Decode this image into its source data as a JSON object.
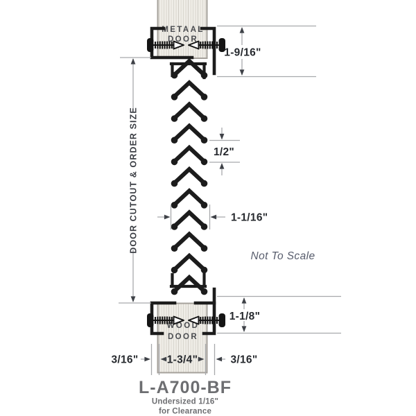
{
  "diagram": {
    "labels": {
      "metal_door_line1": "METAAL",
      "metal_door_line2": "DOOR",
      "wood_door_line1": "WOOD",
      "wood_door_line2": "DOOR",
      "door_cutout": "DOOR CUTOUT & ORDER SIZE",
      "not_to_scale": "Not To Scale"
    },
    "dimensions": {
      "frame_depth_top": "1-9/16\"",
      "blade_spacing": "1/2\"",
      "blade_width": "1-1/16\"",
      "frame_depth_bottom": "1-1/8\"",
      "flange_left": "3/16\"",
      "door_thickness": "1-3/4\"",
      "flange_right": "3/16\""
    },
    "title": "L-A700-BF",
    "subtitle_line1": "Undersized 1/16\"",
    "subtitle_line2": "for Clearance",
    "colors": {
      "structure": "#1c1c1c",
      "dimension_line": "#a7a9ac",
      "dimension_text": "#26292e",
      "door_label_text": "#4a4c50",
      "muted_text": "#6d6e71",
      "note_text": "#575c6c",
      "door_fill": "#efede7",
      "door_border": "#a5a19b"
    }
  }
}
